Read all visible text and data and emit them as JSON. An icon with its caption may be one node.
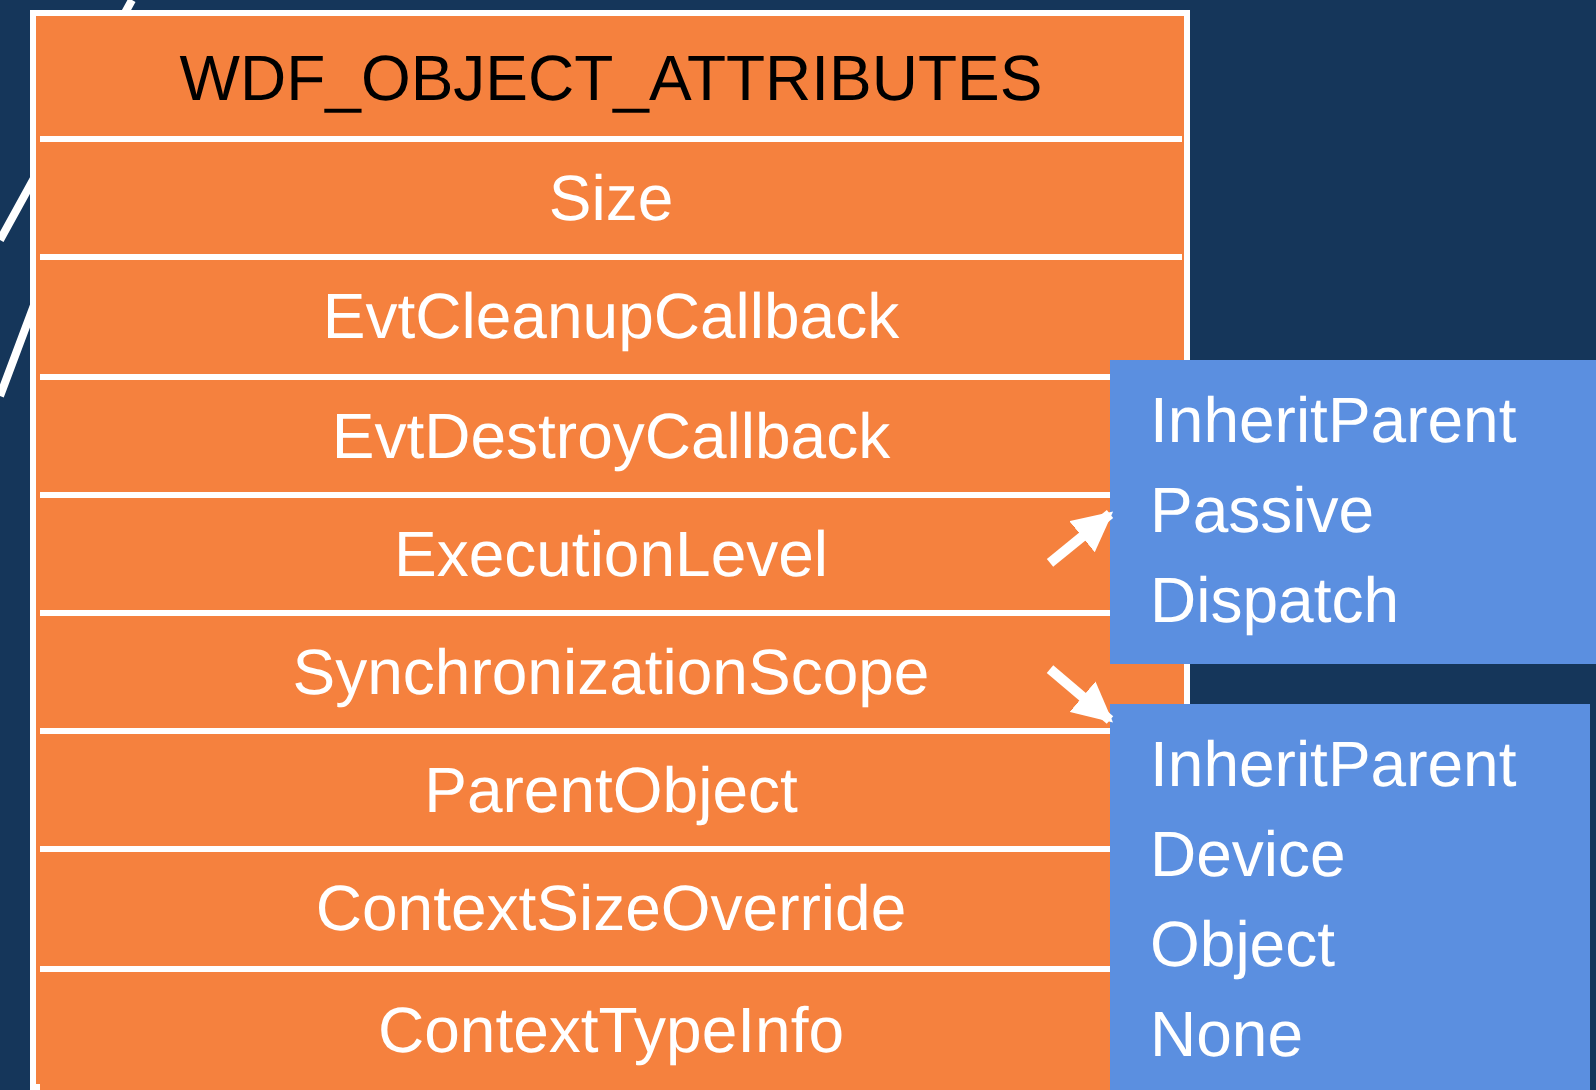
{
  "diagram": {
    "nodes": [
      {
        "text": [],
        "shape": "box"
      },
      {
        "text": [
          "WDF_OBJECT_ATTRIBUTES"
        ],
        "in": 0
      },
      {
        "text": [
          "Size"
        ],
        "in": 0
      },
      {
        "text": [
          "EvtCleanupCallback"
        ],
        "in": 0
      },
      {
        "text": [
          "EvtDestroyCallback"
        ],
        "in": 0
      },
      {
        "text": [
          "ExecutionLevel"
        ],
        "in": 0
      },
      {
        "text": [
          "SynchronizationScope"
        ],
        "in": 0
      },
      {
        "text": [
          "ParentObject"
        ],
        "in": 0
      },
      {
        "text": [
          "ContextSizeOverride"
        ],
        "in": 0
      },
      {
        "text": [
          "ContextTypeInfo"
        ],
        "in": 0
      },
      {
        "text": [
          "InheritParent",
          "Passive",
          "Dispatch"
        ]
      },
      {
        "text": [
          "InheritParentDevice",
          "Object",
          "None"
        ]
      }
    ],
    "edges": [
      {
        "from": 5,
        "to": 10,
        "arrow": "to"
      },
      {
        "from": 6,
        "to": 11,
        "arrow": "to"
      }
    ]
  }
}
